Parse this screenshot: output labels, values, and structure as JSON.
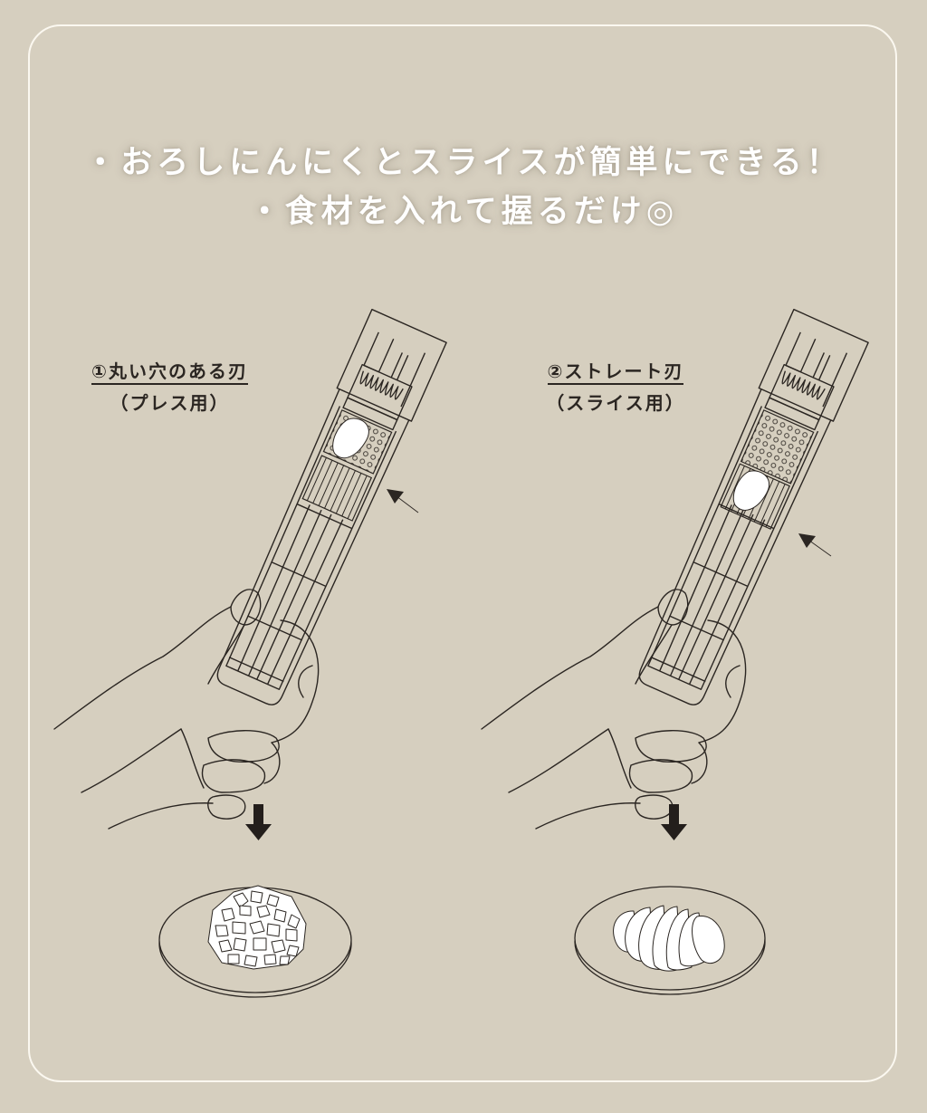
{
  "headline": {
    "line1": "・おろしにんにくとスライスが簡単にできる！",
    "line2": "・食材を入れて握るだけ◎"
  },
  "panels": [
    {
      "title": "①丸い穴のある刃",
      "subtitle": "（プレス用）",
      "blade": "round-hole-blade",
      "result": "minced-garlic-on-plate"
    },
    {
      "title": "②ストレート刃",
      "subtitle": "（スライス用）",
      "blade": "straight-blade",
      "result": "sliced-garlic-on-plate"
    }
  ],
  "colors": {
    "background": "#d6cfbf",
    "frame_border": "#fbf8f0",
    "line_art": "#2b2622",
    "headline_text": "#ffffff"
  }
}
